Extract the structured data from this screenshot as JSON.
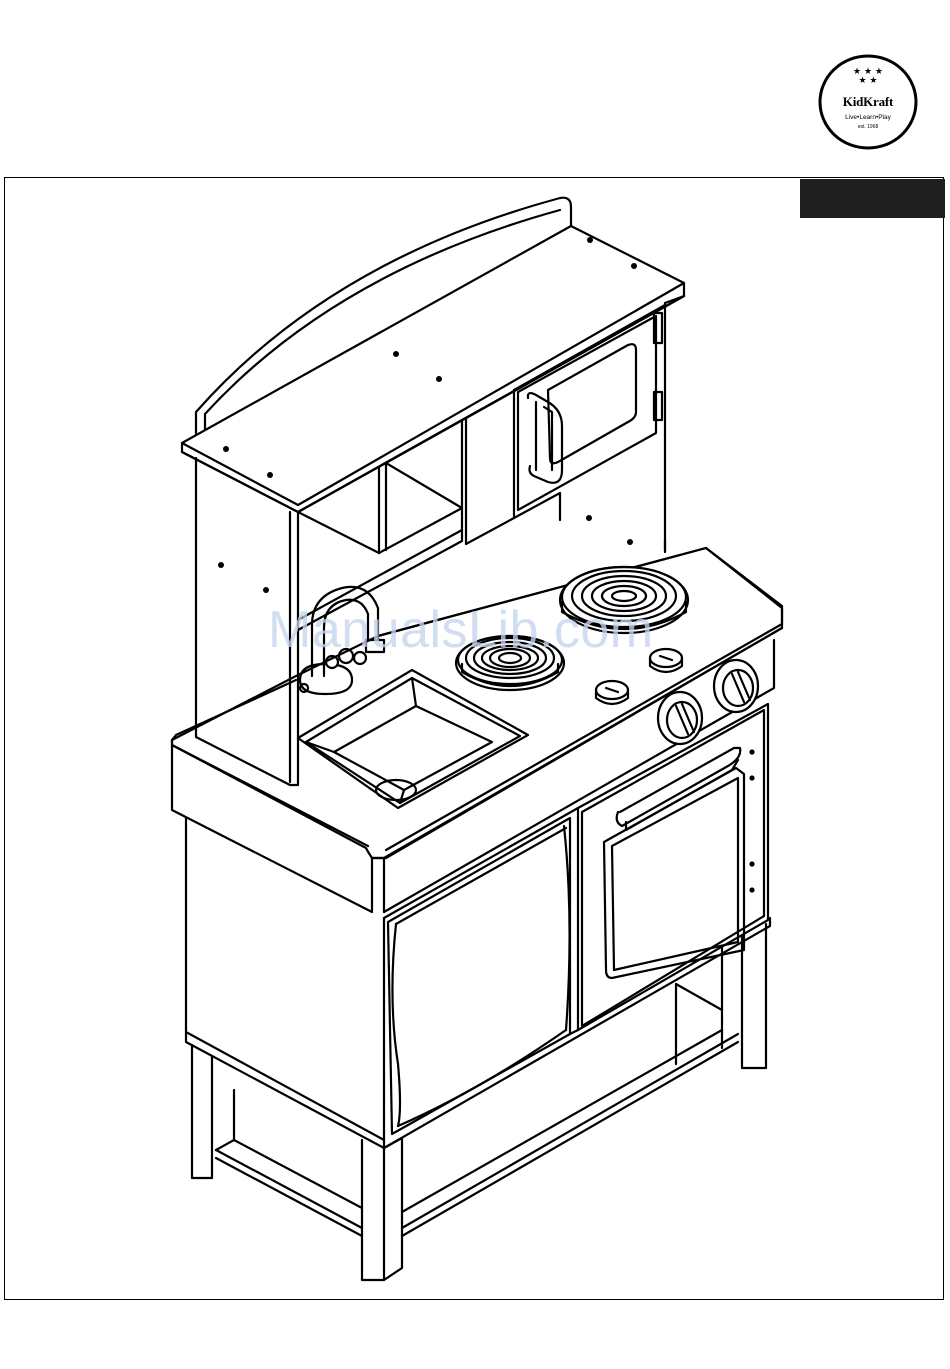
{
  "logo": {
    "stars": "★ ★ ★\n★ ★",
    "brand": "KidKraft",
    "tagline": "Live•Learn•Play",
    "est": "est. 1968"
  },
  "watermark": "ManualsLib.com",
  "colors": {
    "line": "#000000",
    "tab": "#1e1e1e",
    "watermark": "#c5d4ec"
  }
}
